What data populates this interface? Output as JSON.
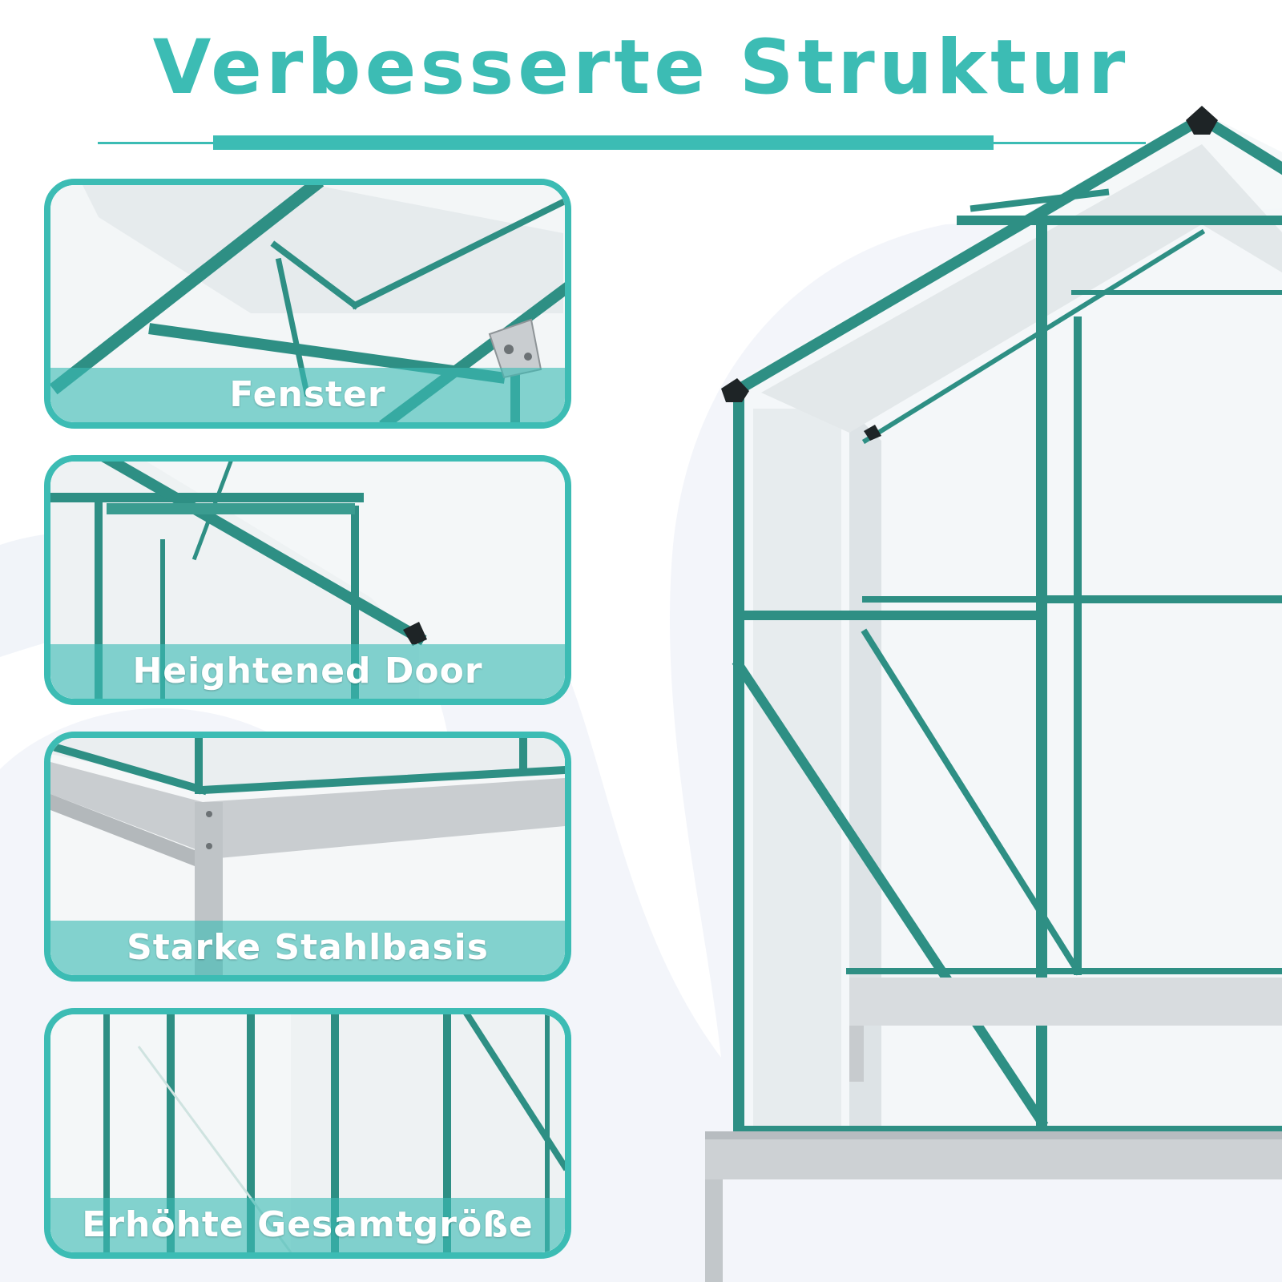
{
  "header": {
    "title": "Verbesserte Struktur"
  },
  "features": [
    {
      "caption": "Fenster",
      "icon": "roof-window-photo"
    },
    {
      "caption": "Heightened Door",
      "icon": "door-frame-photo"
    },
    {
      "caption": "Starke Stahlbasis",
      "icon": "steel-base-photo"
    },
    {
      "caption": "Erhöhte Gesamtgröße",
      "icon": "wall-panels-photo"
    }
  ],
  "colors": {
    "accent": "#3cbcb4",
    "frame": "#2e8f84",
    "steel": "#c9cdd0"
  }
}
